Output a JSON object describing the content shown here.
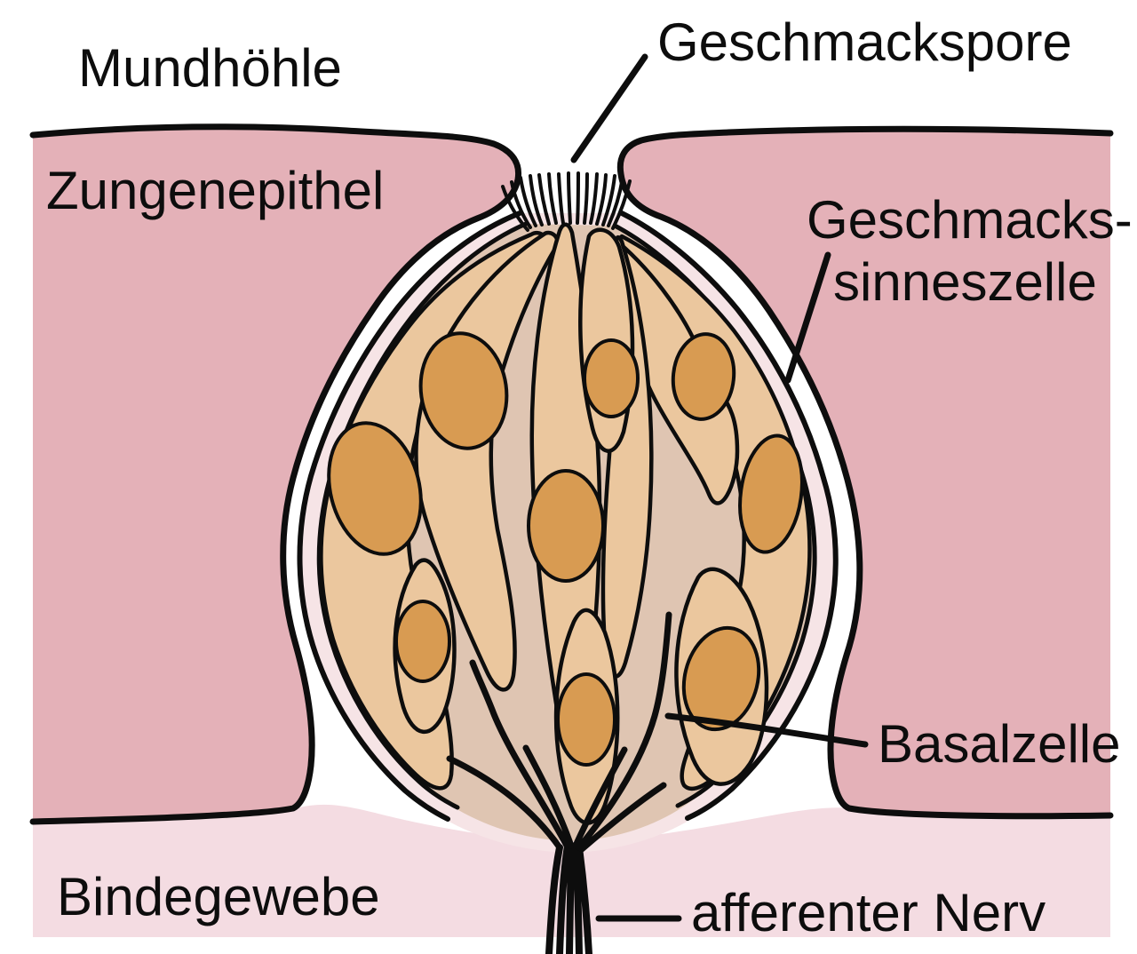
{
  "diagram": {
    "description": "Schematic cross-section of a taste bud in the tongue epithelium (German anatomy diagram)",
    "labels": {
      "oral_cavity": "Mundhöhle",
      "taste_pore": "Geschmackspore",
      "tongue_epithelium": "Zungenepithel",
      "taste_sensory_cell_line1": "Geschmacks-",
      "taste_sensory_cell_line2": "sinneszelle",
      "basal_cell": "Basalzelle",
      "connective_tissue": "Bindegewebe",
      "afferent_nerve": "afferenter Nerv"
    },
    "colors": {
      "epithelium": "#e4b1b8",
      "connective_tissue": "#f4dce2",
      "capsule_gap": "#f6e4e6",
      "bud_interstitial": "#dfc5b2",
      "cell_body": "#ebc79e",
      "nucleus": "#d89b52",
      "outline": "#0d0d0d",
      "background": "#ffffff"
    }
  }
}
